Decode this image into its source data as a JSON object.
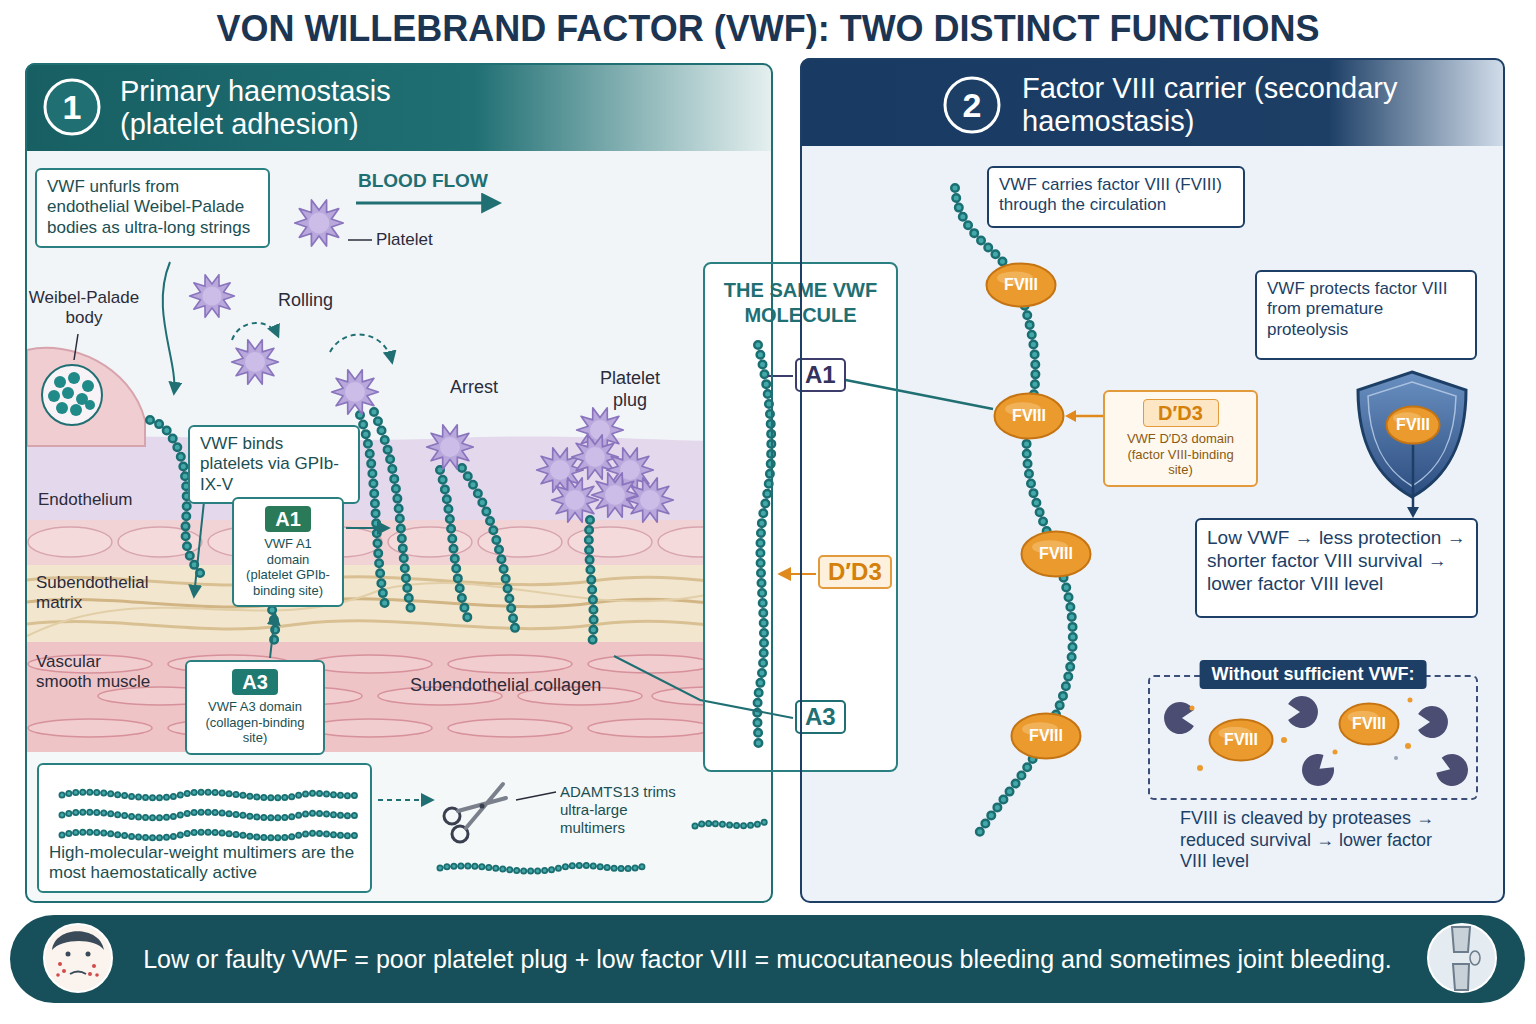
{
  "diagram": {
    "title": "VON WILLEBRAND FACTOR (VWF): TWO DISTINCT FUNCTIONS",
    "nodes": [
      {
        "text": [
          "Primary haemostasis (platelet adhesion)"
        ]
      },
      {
        "text": [
          "1"
        ],
        "in": 0
      },
      {
        "text": [
          "VWF unfurls from endothelial Weibel-Palade bodies as ultra-long strings"
        ],
        "in": 0
      },
      {
        "text": [
          "VWF binds platelets via GPIb-IX-V"
        ],
        "in": 0
      },
      {
        "text": [
          "A1",
          "VWF A1 domain (platelet GPIb-binding site)"
        ],
        "in": 0
      },
      {
        "text": [
          "A3",
          "VWF A3 domain (collagen-binding site)"
        ],
        "in": 0
      },
      {
        "text": [
          "High-molecular-weight multimers are the most haemostatically active"
        ],
        "in": 0
      },
      {
        "text": [
          "THE SAME VWF MOLECULE"
        ]
      },
      {
        "text": [
          "A1"
        ],
        "in": 7
      },
      {
        "text": [
          "D′D3"
        ],
        "in": 7
      },
      {
        "text": [
          "A3"
        ],
        "in": 7
      },
      {
        "text": [
          "Factor VIII carrier (secondary haemostasis)"
        ]
      },
      {
        "text": [
          "2"
        ],
        "in": 11
      },
      {
        "text": [
          "VWF carries factor VIII (FVIII) through the circulation"
        ],
        "in": 11
      },
      {
        "text": [
          "FVIII"
        ],
        "in": 11
      },
      {
        "text": [
          "VWF protects factor VIII from premature proteolysis"
        ],
        "in": 11
      },
      {
        "text": [
          "FVIII"
        ],
        "in": 11
      },
      {
        "text": [
          "D′D3",
          "VWF D′D3 domain (factor VIII-binding site)"
        ],
        "in": 11
      },
      {
        "text": [
          "FVIII"
        ],
        "in": 11
      },
      {
        "text": [
          "FVIII"
        ],
        "in": 11
      },
      {
        "text": [
          "Low VWF → less protection → shorter factor VIII survival → lower factor VIII level"
        ],
        "in": 11
      },
      {
        "text": [
          "Without sufficient VWF:"
        ],
        "in": 11
      },
      {
        "text": [
          "FVIII"
        ],
        "in": 21
      },
      {
        "text": [
          "FVIII"
        ],
        "in": 21
      },
      {
        "text": [
          "FVIII"
        ],
        "in": 11
      },
      {
        "text": [
          "Low or faulty VWF = poor platelet plug + low factor VIII = mucocutaneous bleeding and sometimes joint bleeding."
        ]
      }
    ],
    "edges": [
      {
        "from": 8,
        "to": 16,
        "arrow": "none"
      },
      {
        "from": 17,
        "to": 16,
        "arrow": "to"
      },
      {
        "from": 18,
        "to": 20,
        "arrow": "to"
      }
    ],
    "labels": [
      "BLOOD FLOW",
      "Platelet",
      "Weibel-Palade body",
      "Rolling",
      "Arrest",
      "Platelet plug",
      "Endothelium",
      "Subendothelial matrix",
      "Vascular smooth muscle",
      "Subendothelial collagen",
      "ADAMTS13 trims ultra-large multimers",
      "FVIII is cleaved by proteases → reduced survival → lower factor VIII level"
    ]
  }
}
